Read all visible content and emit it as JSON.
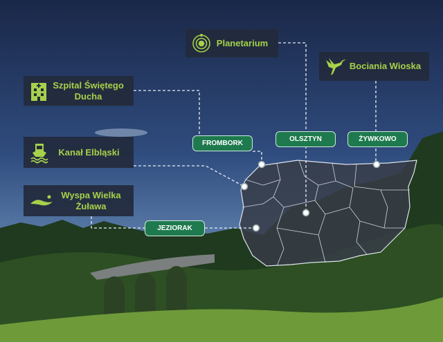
{
  "attractions": {
    "planetarium": "Planetarium",
    "bociania": "Bociania Wioska",
    "szpital": "Szpital Świętego Ducha",
    "kanal": "Kanał Elbląski",
    "wyspa": "Wyspa Wielka Żuława"
  },
  "places": {
    "frombork": "FROMBORK",
    "olsztyn": "OLSZTYN",
    "zywkowo": "ŻYWKOWO",
    "jeziorak": "JEZIORAK"
  },
  "colors": {
    "accent": "#a6d14a",
    "pill": "#1e7a4e",
    "box": "#232a3c"
  }
}
